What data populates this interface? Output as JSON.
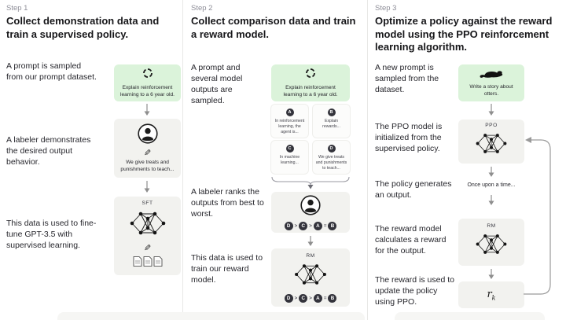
{
  "colors": {
    "green_box": "#dbf3da",
    "gray_box": "#f2f2ef",
    "node_dark": "#33333b",
    "divider": "#e8e8e6",
    "arrow_gray": "#8e8e8e"
  },
  "icons": {
    "cycle": "↻",
    "pencil": "✎",
    "person": "labeler-avatar",
    "documents": "stacked-pages",
    "otter": "otter-silhouette",
    "network": "neural-net",
    "brace": "curly-brace",
    "down_arrow": "↓"
  },
  "step1": {
    "step_label": "Step 1",
    "heading": "Collect demonstration data and train a supervised policy.",
    "row1_text": "A prompt is sampled from our prompt dataset.",
    "prompt_box": "Explain reinforcement learning to a 6 year old.",
    "row2_text": "A labeler demonstrates the desired output behavior.",
    "labeler_caption": "We give treats and punishments to teach...",
    "row3_text": "This data is used to fine-tune GPT-3.5 with supervised learning.",
    "model_label": "SFT"
  },
  "step2": {
    "step_label": "Step 2",
    "heading": "Collect comparison data and train a reward model.",
    "row1_text": "A prompt and several model outputs are sampled.",
    "prompt_box": "Explain reinforcement learning to a 6 year old.",
    "outputs": [
      {
        "letter": "A",
        "text": "In reinforcement learning, the agent is..."
      },
      {
        "letter": "B",
        "text": "Explain rewards..."
      },
      {
        "letter": "C",
        "text": "In machine learning..."
      },
      {
        "letter": "D",
        "text": "We give treats and punishments to teach..."
      }
    ],
    "row2_text": "A labeler ranks the outputs from best to worst.",
    "ranking": [
      "D",
      ">",
      "C",
      ">",
      "A",
      "=",
      "B"
    ],
    "row3_text": "This data is used to train our reward model.",
    "model_label": "RM"
  },
  "step3": {
    "step_label": "Step 3",
    "heading": "Optimize a policy against the reward model using the PPO reinforcement learning algorithm.",
    "row1_text": "A new prompt is sampled from the dataset.",
    "prompt_box": "Write a story about otters.",
    "row2_text": "The PPO model is initialized from the supervised policy.",
    "ppo_label": "PPO",
    "row3_text": "The policy generates an output.",
    "output_text": "Once upon a time...",
    "row4_text": "The reward model calculates a reward for the output.",
    "rm_label": "RM",
    "row5_text": "The reward is used to update the policy using PPO.",
    "reward_base": "r",
    "reward_sub": "k"
  }
}
